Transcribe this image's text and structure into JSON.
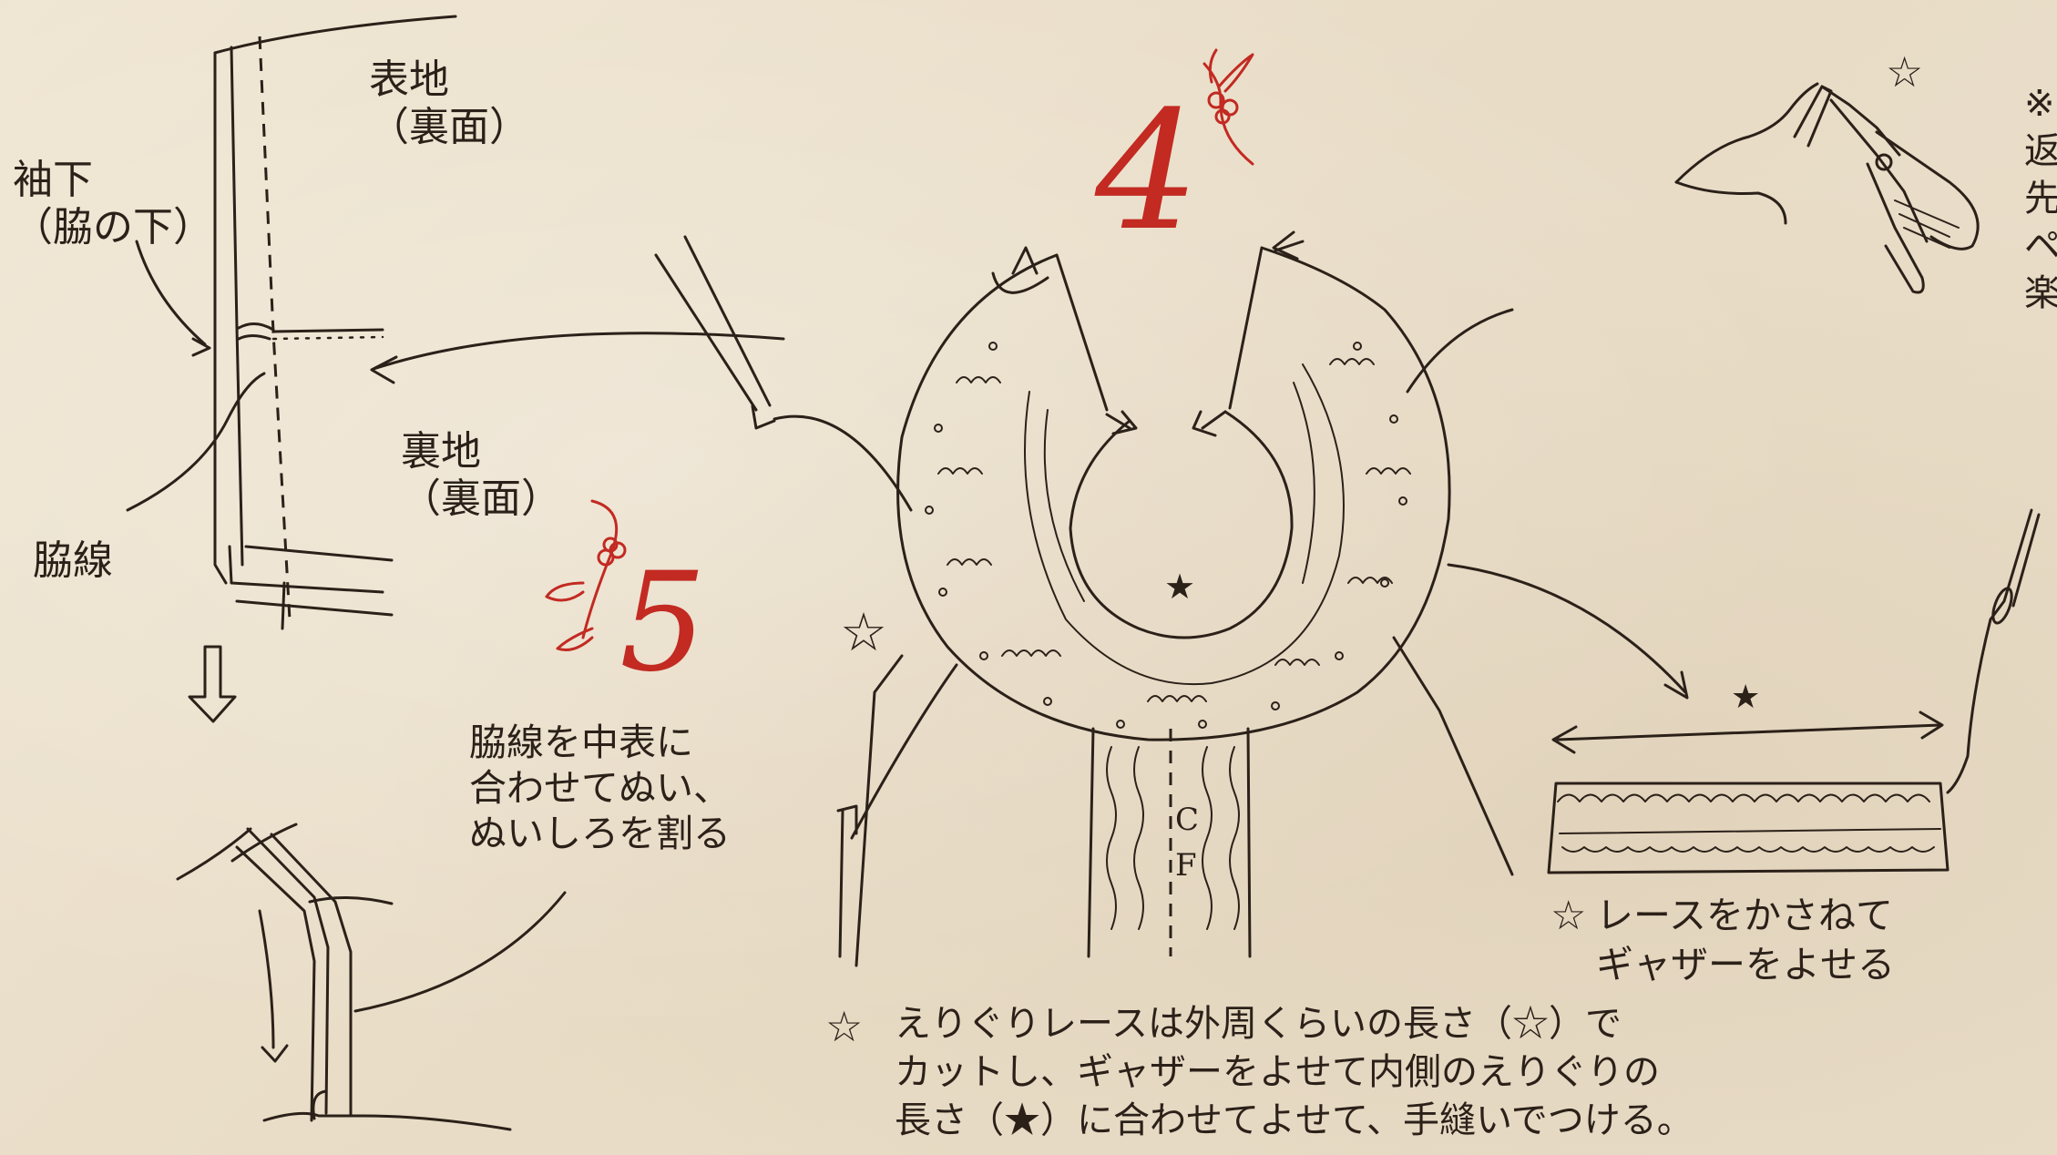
{
  "labels": {
    "outer_fabric": "表地\n（裏面）",
    "sleeve_under": "袖下\n（脇の下）",
    "lining": "裏地\n（裏面）",
    "side_seam": "脇線",
    "side_seam_note": "脇線を中表に\n合わせてぬい、\nぬいしろを割る",
    "cf_c": "C",
    "cf_f": "F",
    "lace_note": "レースをかさねて\nギャザーをよせる",
    "collar_note": "えりぐりレースは外周くらいの長さ（☆）で\nカットし、ギャザーをよせて内側のえりぐりの\n長さ（★）に合わせてよせて、手縫いでつける。",
    "right_edge_note": "※\n返\n先\nペ\n楽"
  },
  "step_numbers": {
    "step4": "4",
    "step5": "5"
  },
  "symbols": {
    "white_star": "☆",
    "black_star": "★"
  },
  "colors": {
    "paper": "#ede2cf",
    "ink": "#2b2119",
    "accent_red": "#c22a22"
  },
  "icons": [
    "down-arrow-icon",
    "pliers-icon",
    "needle-icon",
    "flower-ornament-icon"
  ]
}
